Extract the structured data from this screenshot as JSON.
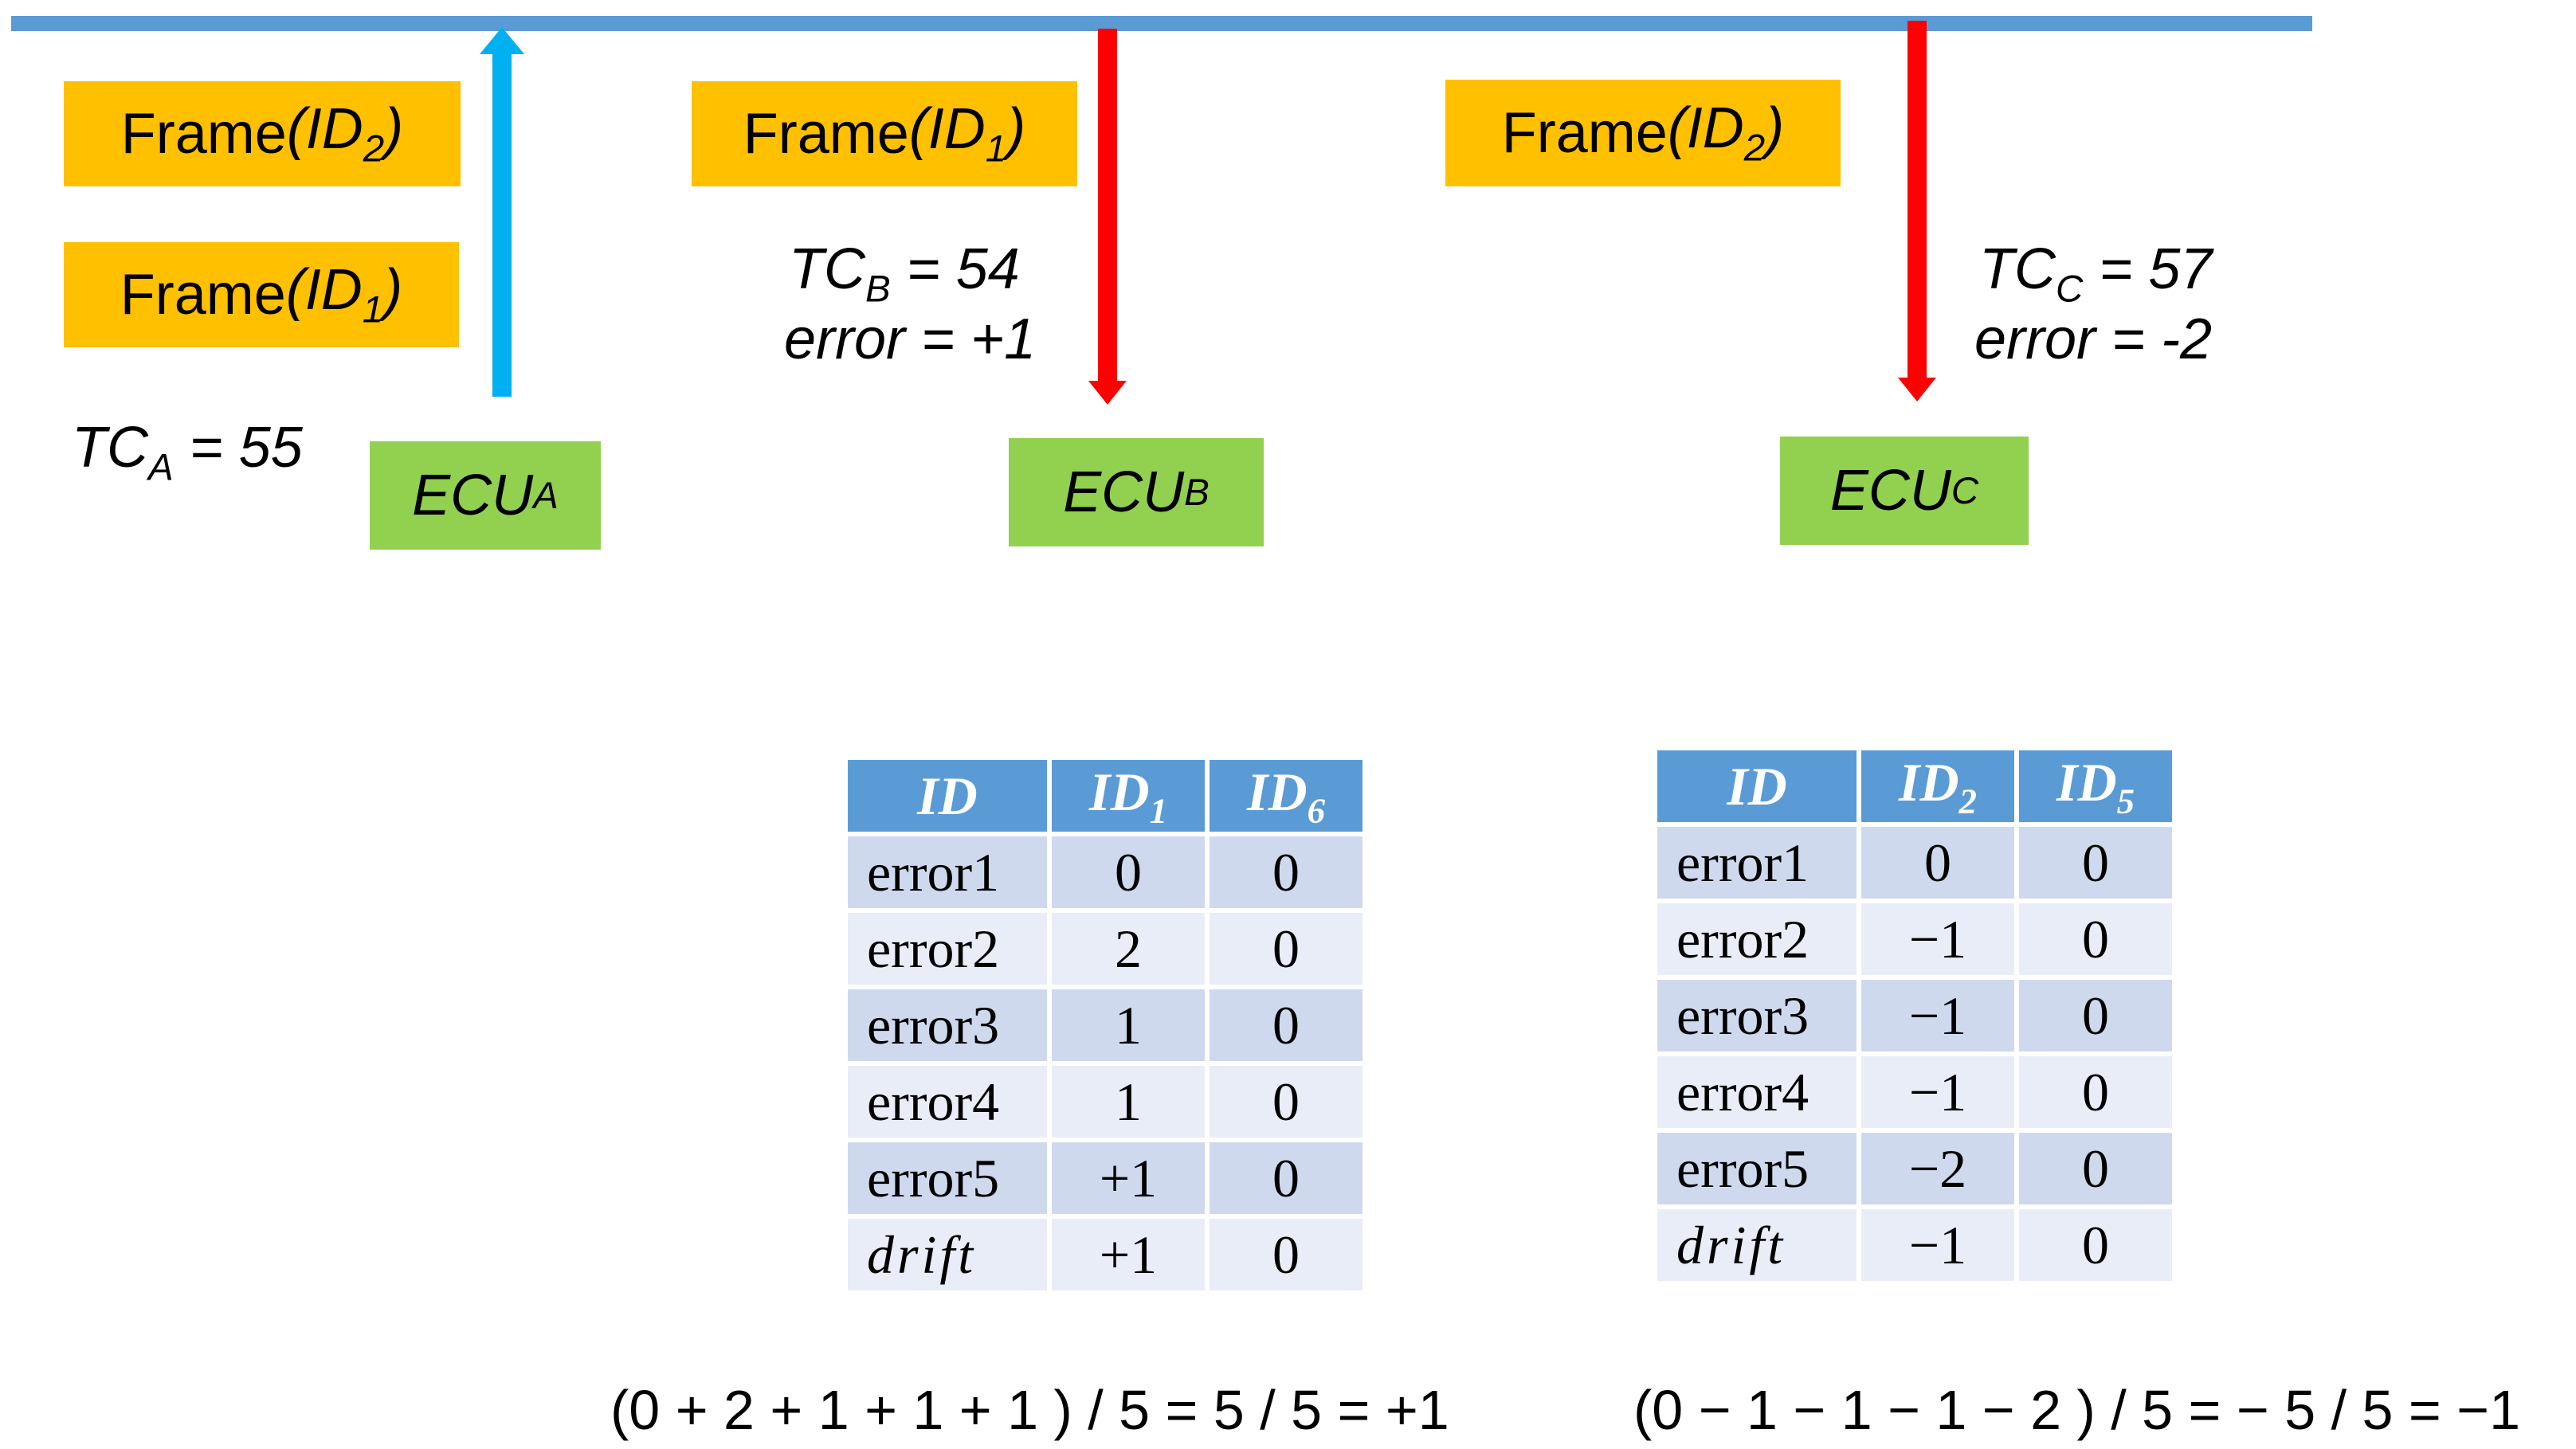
{
  "frames": {
    "a_top": {
      "prefix": "Frame",
      "id": "ID",
      "sub": "2"
    },
    "a_bottom": {
      "prefix": "Frame",
      "id": "ID",
      "sub": "1"
    },
    "b": {
      "prefix": "Frame",
      "id": "ID",
      "sub": "1"
    },
    "c": {
      "prefix": "Frame",
      "id": "ID",
      "sub": "2"
    }
  },
  "ecus": {
    "a": {
      "name": "ECU",
      "sub": "A"
    },
    "b": {
      "name": "ECU",
      "sub": "B"
    },
    "c": {
      "name": "ECU",
      "sub": "C"
    }
  },
  "tc": {
    "a": {
      "label": "TC",
      "sub": "A",
      "value": " = 55"
    },
    "b": {
      "label": "TC",
      "sub": "B",
      "value": " = 54",
      "error": "error = +1"
    },
    "c": {
      "label": "TC",
      "sub": "C",
      "value": " = 57",
      "error": "error = -2"
    }
  },
  "colors": {
    "bus": "#5b9bd5",
    "send_arrow": "#00b0f0",
    "receive_arrow": "#ff0000",
    "frame": "#ffc000",
    "ecu": "#92d050",
    "table_header": "#5b9bd5"
  },
  "icons": {
    "send": "arrow-up-icon",
    "receive": "arrow-down-icon"
  },
  "table_b": {
    "headers": [
      {
        "main": "ID",
        "sub": ""
      },
      {
        "main": "ID",
        "sub": "1"
      },
      {
        "main": "ID",
        "sub": "6"
      }
    ],
    "rows": [
      [
        "error1",
        "0",
        "0"
      ],
      [
        "error2",
        "2",
        "0"
      ],
      [
        "error3",
        "1",
        "0"
      ],
      [
        "error4",
        "1",
        "0"
      ],
      [
        "error5",
        "+1",
        "0"
      ],
      [
        "drift",
        "+1",
        "0"
      ]
    ]
  },
  "table_c": {
    "headers": [
      {
        "main": "ID",
        "sub": ""
      },
      {
        "main": "ID",
        "sub": "2"
      },
      {
        "main": "ID",
        "sub": "5"
      }
    ],
    "rows": [
      [
        "error1",
        "0",
        "0"
      ],
      [
        "error2",
        "−1",
        "0"
      ],
      [
        "error3",
        "−1",
        "0"
      ],
      [
        "error4",
        "−1",
        "0"
      ],
      [
        "error5",
        "−2",
        "0"
      ],
      [
        "drift",
        "−1",
        "0"
      ]
    ]
  },
  "formulas": {
    "b": "(0 + 2 + 1 + 1 + 1 ) / 5 = 5 / 5 = +1",
    "c": "(0 − 1 − 1 − 1 − 2 ) / 5 = − 5 / 5 = −1"
  }
}
